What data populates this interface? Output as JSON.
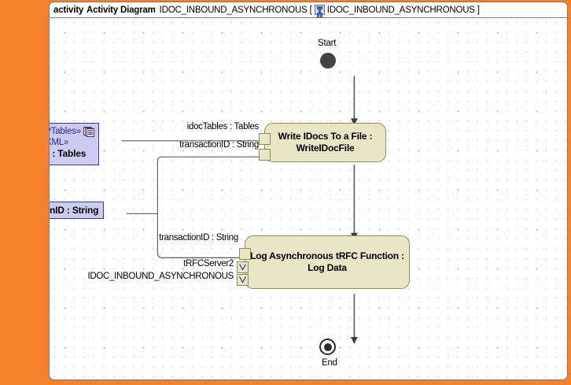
{
  "frame": {
    "keyword": "activity",
    "kind": "Activity Diagram",
    "name": "IDOC_INBOUND_ASYNCHRONOUS",
    "bracket_open": "[",
    "bracket_close": "]",
    "context": "IDOC_INBOUND_ASYNCHRONOUS",
    "context_icon": "activity-diagram-icon",
    "border_color": "#7a7a7a",
    "background": "#ffffff",
    "outer_background": "#F5822A"
  },
  "nodes": {
    "start": {
      "label": "Start",
      "shape": "initial-node",
      "color": "#434343"
    },
    "end": {
      "label": "End",
      "shape": "final-node",
      "color": "#2b2b2b"
    },
    "sap_tables": {
      "stereotype1": "«SAPTables»",
      "stereotype2": "«XML»",
      "name": "tables : Tables",
      "icon": "tables-stack-icon",
      "fill": "#ccccf2",
      "border": "#3a3a8c"
    },
    "transaction_id": {
      "name": "transactionID : String",
      "fill": "#ccccf2",
      "border": "#3a3a8c"
    },
    "write_idocs": {
      "line1": "Write IDocs To a File :",
      "line2": "WriteIDocFile",
      "fill": "#e8e6c4",
      "border": "#8d8d5a"
    },
    "log_trfc": {
      "line1": "Log Asynchronous tRFC Function :",
      "line2": "Log Data",
      "fill": "#e8e6c4",
      "border": "#8d8d5a"
    }
  },
  "edge_labels": {
    "idoc_tables": "idocTables : Tables",
    "transaction_id_top": "transactionID : String",
    "transaction_id_bottom": "transactionID : String",
    "trfc_server2": "tRFCServer2",
    "idoc_inbound_async": "IDOC_INBOUND_ASYNCHRONOUS"
  }
}
